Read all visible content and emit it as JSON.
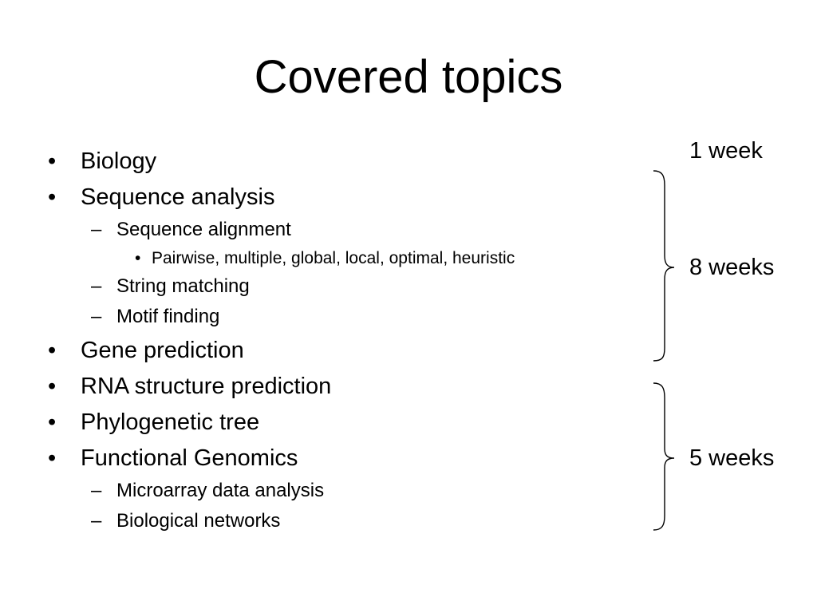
{
  "slide": {
    "title": "Covered topics",
    "topics": {
      "biology": "Biology",
      "sequence_analysis": "Sequence analysis",
      "sequence_alignment": "Sequence alignment",
      "alignment_types": "Pairwise, multiple, global, local, optimal, heuristic",
      "string_matching": "String matching",
      "motif_finding": "Motif finding",
      "gene_prediction": "Gene prediction",
      "rna_structure_prediction": "RNA structure prediction",
      "phylogenetic_tree": "Phylogenetic tree",
      "functional_genomics": "Functional Genomics",
      "microarray_data_analysis": "Microarray data analysis",
      "biological_networks": "Biological networks"
    },
    "markers": {
      "level1": "•",
      "level2": "–",
      "level3": "•"
    },
    "durations": {
      "biology": "1 week",
      "sequence_to_gene": "8 weeks",
      "rna_to_functional": "5 weeks"
    }
  }
}
